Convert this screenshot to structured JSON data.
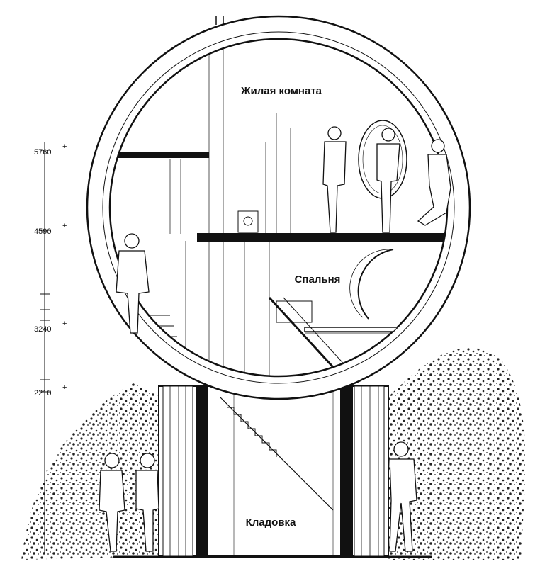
{
  "rooms": {
    "living": "Жилая комната",
    "bedroom": "Спальня",
    "storage": "Кладовка"
  },
  "elevations": [
    {
      "value": "5760",
      "mark": "+"
    },
    {
      "value": "4590",
      "mark": "+"
    },
    {
      "value": "3240",
      "mark": "+"
    },
    {
      "value": "2210",
      "mark": "+"
    }
  ],
  "colors": {
    "ink": "#111111",
    "paper": "#ffffff"
  }
}
